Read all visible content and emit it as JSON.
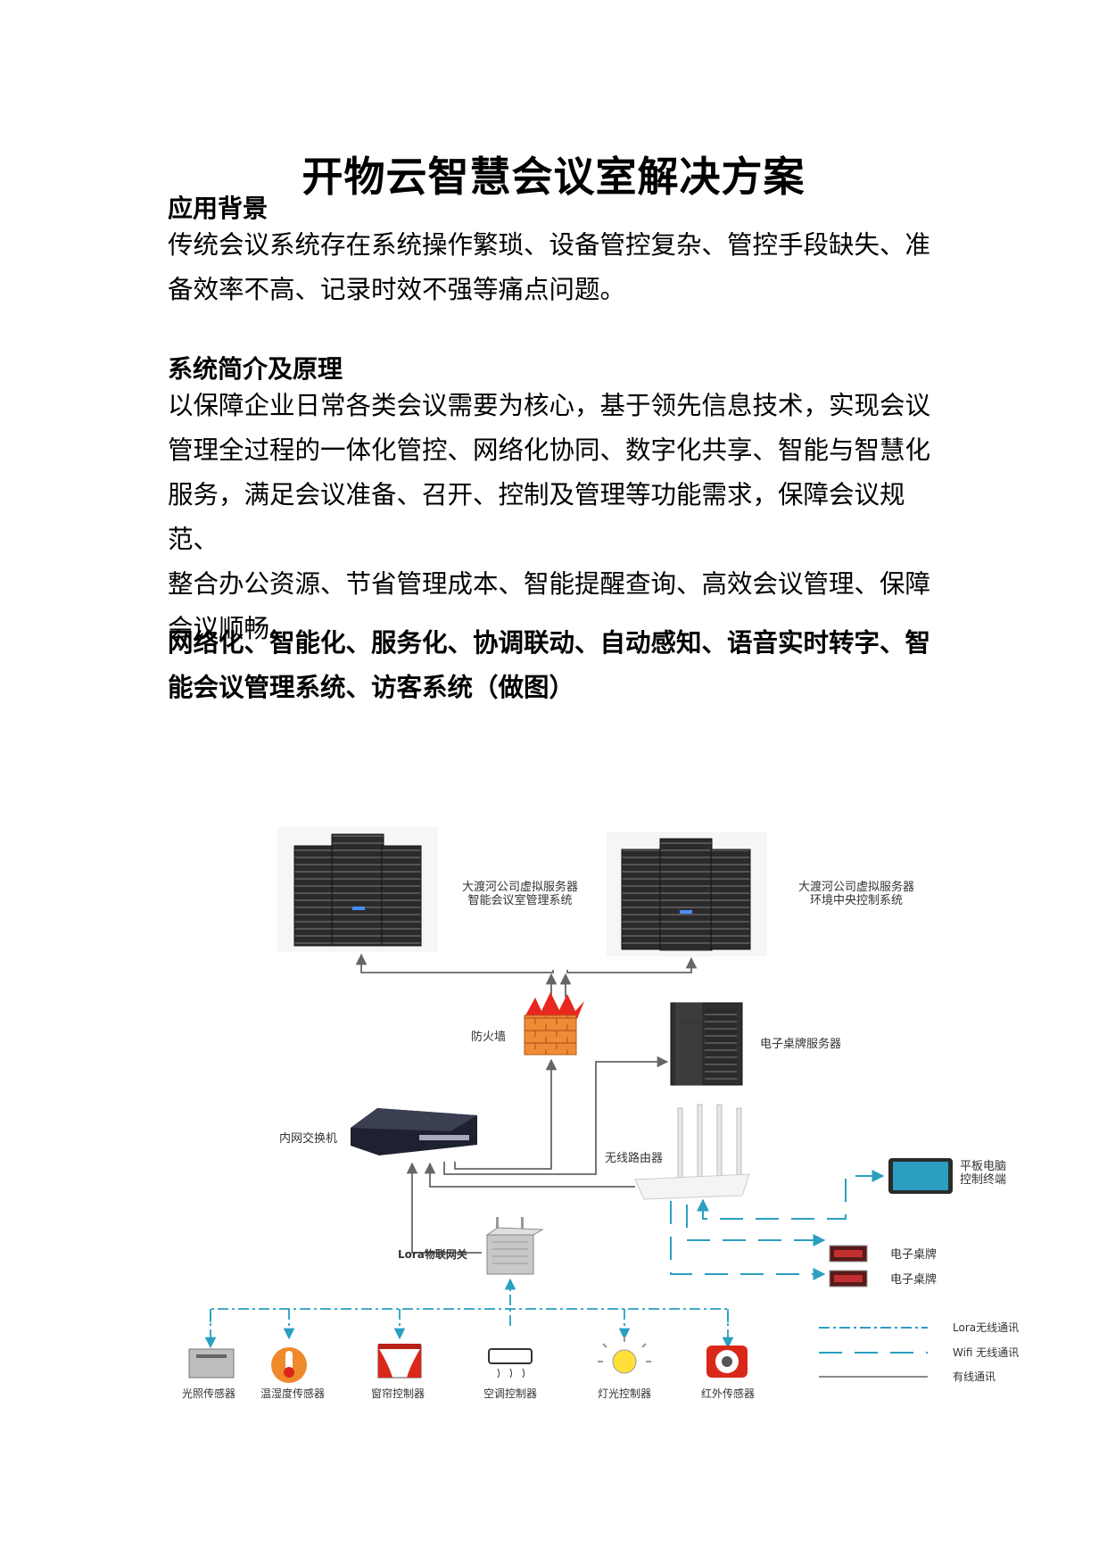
{
  "title": "开物云智慧会议室解决方案",
  "sections": [
    {
      "heading": "应用背景",
      "lines": [
        "传统会议系统存在系统操作繁琐、设备管控复杂、管控手段缺失、准",
        "备效率不高、记录时效不强等痛点问题。"
      ]
    },
    {
      "heading": "系统简介及原理",
      "lines": [
        "以保障企业日常各类会议需要为核心，基于领先信息技术，实现会议",
        "管理全过程的一体化管控、网络化协同、数字化共享、智能与智慧化",
        "服务，满足会议准备、召开、控制及管理等功能需求，保障会议规范、",
        "整合办公资源、节省管理成本、智能提醒查询、高效会议管理、保障",
        "会议顺畅。"
      ]
    }
  ],
  "feature_heading": [
    "网络化、智能化、服务化、协调联动、自动感知、语音实时转字、智",
    "能会议管理系统、访客系统（做图）"
  ],
  "diagram": {
    "server1": [
      "大渡河公司虚拟服务器",
      "智能会议室管理系统"
    ],
    "server2": [
      "大渡河公司虚拟服务器",
      "环境中央控制系统"
    ],
    "firewall": "防火墙",
    "nameplate_server": "电子桌牌服务器",
    "switch": "内网交换机",
    "router": "无线路由器",
    "tablet": [
      "平板电脑",
      "控制终端"
    ],
    "nameplate1": "电子桌牌",
    "nameplate2": "电子桌牌",
    "gateway": "Lora物联网关",
    "sensors": [
      "光照传感器",
      "温湿度传感器",
      "窗帘控制器",
      "空调控制器",
      "灯光控制器",
      "红外传感器"
    ],
    "legend": [
      "Lora无线通讯",
      "Wifi 无线通讯",
      "有线通讯"
    ],
    "server_brand": "Sugon"
  },
  "colors": {
    "link": "#2a9fc0",
    "wire": "#666666",
    "firewall": "#e87a2a",
    "flame": "#e8281f"
  }
}
